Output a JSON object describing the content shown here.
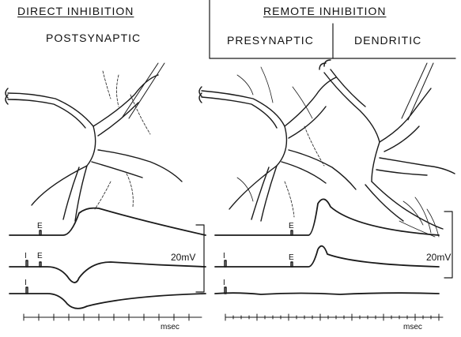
{
  "headers": {
    "direct": "DIRECT   INHIBITION",
    "remote": "REMOTE   INHIBITION",
    "postsynaptic": "POSTSYNAPTIC",
    "presynaptic": "PRESYNAPTIC",
    "dendritic": "DENDRITIC"
  },
  "markers": {
    "excitatory": "E",
    "inhibitory": "I"
  },
  "scale": {
    "voltage": "20mV",
    "time_unit": "msec"
  },
  "colors": {
    "ink": "#1a1a1a",
    "background": "#ffffff"
  }
}
